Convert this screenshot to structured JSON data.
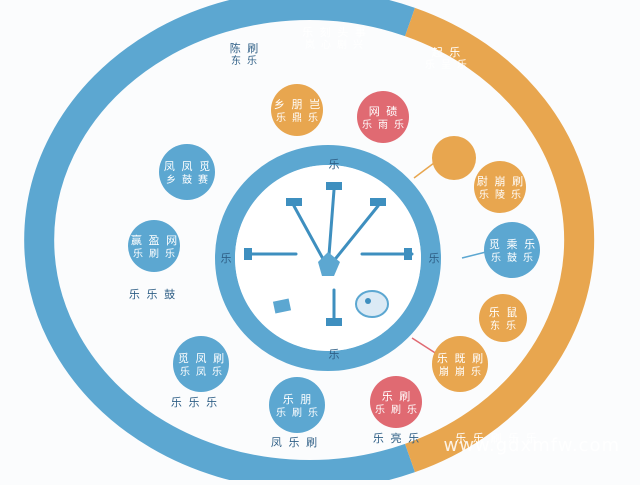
{
  "colors": {
    "blue": "#5ca7d1",
    "blue_dark": "#3e8fbf",
    "orange": "#e8a64f",
    "red": "#e06a72",
    "background": "#fbfcfd",
    "text_light": "#ffffff",
    "text_dark": "#2f5f86"
  },
  "watermark": "www.gdxmfw.com",
  "outer_ring": {
    "labels": {
      "top_left": "陈 刷",
      "top_left_sub": "东 乐",
      "top_center": "乐 刻 头 事",
      "top_center_sub": "岚 心 剧 兴",
      "top_right": "起 乐",
      "top_right_sub": "乐 呈 乐"
    }
  },
  "nodes": [
    {
      "name": "node-orange-top",
      "color": "orange",
      "line1": "乡 朋 岂",
      "line2": "乐 鼎 乐"
    },
    {
      "name": "node-red-top",
      "color": "red",
      "line1": "网 碛",
      "line2": "乐 雨 乐"
    },
    {
      "name": "node-blue-left-top",
      "color": "blue",
      "line1": "凤 凤 觅",
      "line2": "乡 鼓 赛"
    },
    {
      "name": "node-orange-right-top",
      "color": "orange",
      "line1": "",
      "line2": ""
    },
    {
      "name": "node-orange-right-mid",
      "color": "orange",
      "line1": "尉 崩 刷",
      "line2": "乐 陵 乐"
    },
    {
      "name": "node-blue-left-mid",
      "color": "blue",
      "line1": "赢 盈 网",
      "line2": "乐 刷 乐"
    },
    {
      "name": "node-blue-right",
      "color": "blue",
      "line1": "觅 乘 乐",
      "line2": "乐 鼓 乐"
    },
    {
      "name": "node-orange-right-low",
      "color": "orange",
      "line1": "乐 鼠",
      "line2": "东 乐"
    },
    {
      "name": "node-orange-right-bottom",
      "color": "orange",
      "line1": "乐 既 刷",
      "line2": "崩 崩 乐"
    },
    {
      "name": "node-blue-left-bottom",
      "color": "blue",
      "line1": "觅 凤 刷",
      "line2": "乐 凤 乐"
    },
    {
      "name": "node-blue-bottom",
      "color": "blue",
      "line1": "乐 朋",
      "line2": "乐 刷 乐"
    },
    {
      "name": "node-red-bottom",
      "color": "red",
      "line1": "乐 刷",
      "line2": "乐 刷 乐"
    }
  ],
  "floating_labels": {
    "left_mid": "乐 乐 鼓",
    "left_bottom": "乐 乐 乐",
    "bottom_center": "凤 乐 刷",
    "bottom_right": "乐 亮 乐",
    "bottom_far_right": "乐 乐 刷 乐 乐"
  },
  "clock": {
    "top_mark": "乐",
    "bottom_mark": "乐",
    "left_mark": "乐",
    "right_mark": "乐"
  }
}
